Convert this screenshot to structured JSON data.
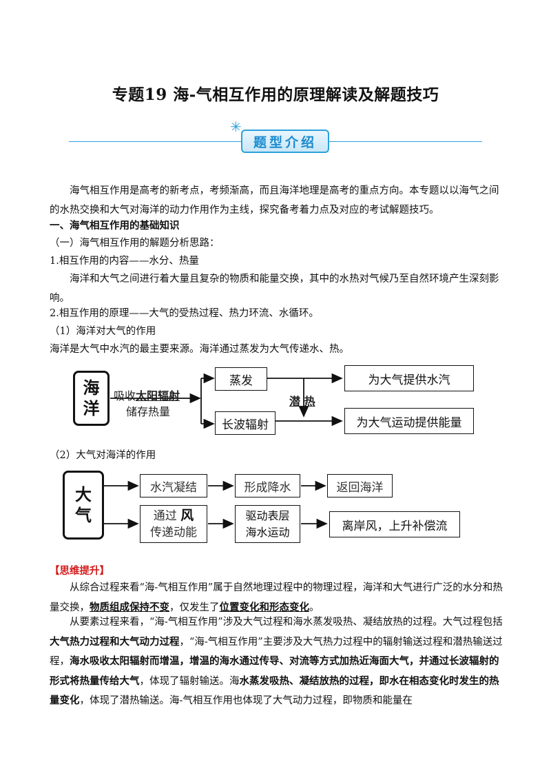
{
  "title": "专题19  海-气相互作用的原理解读及解题技巧",
  "badge": "题型介绍",
  "intro": "海气相互作用是高考的新考点，考频渐高，而且海洋地理是高考的重点方向。本专题以以海气之间的水热交换和大气对海洋的动力作用作为主线，探究备考着力点及对应的考试解题技巧。",
  "sec1": "一、海气相互作用的基础知识",
  "sub1": "（一）海气相互作用的解题分析思路：",
  "item1": "1.相互作用的内容——水分、热量",
  "para1": "海洋和大气之间进行着大量且复杂的物质和能量交换，其中的水热对气候乃至自然环境产生深刻影响。",
  "item2": "2.相互作用的原理——大气的受热过程、热力环流、水循环。",
  "sub2": "（1）海洋对大气的作用",
  "para2": "海洋是大气中水汽的最主要来源。海洋通过蒸发为大气传递水、热。",
  "d1": {
    "ocean": "海洋",
    "absorb": "吸收",
    "solar": "太阳辐射",
    "store": "储存热量",
    "evap": "蒸发",
    "longwave": "长波辐射",
    "latent": "潜 热",
    "out1": "为大气提供水汽",
    "out2": "为大气运动提供能量"
  },
  "sub3": "（2）大气对海洋的作用",
  "d2": {
    "atm": "大气",
    "cond": "水汽凝结",
    "precip": "形成降水",
    "return": "返回海洋",
    "via": "通过",
    "wind": "风",
    "transfer": "传递动能",
    "drive1": "驱动表层",
    "drive2": "海水运动",
    "offshore": "离岸风，上升补偿流"
  },
  "think_title": "【思维提升】",
  "t1_a": "从综合过程来看“海-气相互作用”属于自然地理过程中的物理过程，海洋和大气进行广泛的水分和热量交换，",
  "t1_b": "物质组成保持不变",
  "t1_c": "，仅发生了",
  "t1_d": "位置变化和形态变化",
  "t1_e": "。",
  "t2_a": "从要素过程来看，“海-气相互作用”涉及大气过程和海水蒸发吸热、凝结放热的过程。大气过程包括",
  "t2_b": "大气热力过程和大气动力过程",
  "t2_c": "，“海-气相互作用”主要涉及大气热力过程中的辐射输送过程和潜热输送过程，",
  "t2_d": "海水吸收太阳辐射而增温，增温的海水通过传导、对流等方式加热近海面大气，并通过长波辐射的形式将热量传给大气",
  "t2_e": "，体现了辐射输送。海",
  "t2_f": "水蒸发吸热、凝结放热的过程，即水在相态变化时发生的热量变化",
  "t2_g": "，体现了潜热输送。海-气相互作用也体现了大气动力过程，即物质和能量在"
}
